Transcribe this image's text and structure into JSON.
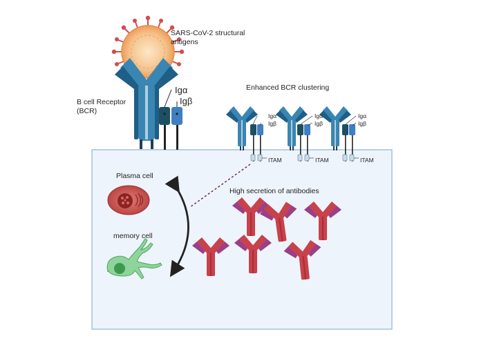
{
  "labels": {
    "virus": "SARS-CoV-2 structural antigens",
    "virus_line1": "SARS-CoV-2 structural",
    "virus_line2": "antigens",
    "bcr_line1": "B cell Receptor",
    "bcr_line2": "(BCR)",
    "iga": "Igα",
    "igb": "Igβ",
    "clustering": "Enhanced BCR clustering",
    "itam": "ITAM",
    "plasma_cell": "Plasma cell",
    "memory_cell": "memory cell",
    "secretion": "High secretion of antibodies"
  },
  "colors": {
    "receptor_blue": "#3a86b3",
    "receptor_dark": "#1f5e86",
    "iga_fill": "#1e4f63",
    "igb_fill": "#3f7fc2",
    "cell_bg": "#eef4fb",
    "cell_border": "#8fb4d3",
    "antibody_red": "#c8414b",
    "antibody_tip": "#9b3f86",
    "plasma_red": "#b8413f",
    "memory_green": "#6cc47a",
    "virus_orange": "#f2a566",
    "virus_spike": "#d14d4d"
  }
}
